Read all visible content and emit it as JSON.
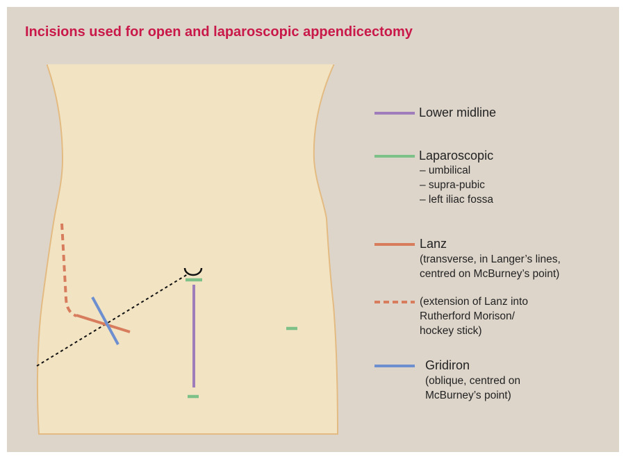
{
  "title": "Incisions used for open and laparoscopic appendicectomy",
  "colors": {
    "background": "#ddd5ca",
    "body_fill": "#f2e4c3",
    "body_outline": "#e3bb82",
    "title": "#c8194a",
    "lower_midline": "#9f7cba",
    "laparoscopic": "#7dc088",
    "lanz": "#d77d5e",
    "gridiron": "#6d8fd0"
  },
  "legend": {
    "lower_midline": {
      "label": "Lower midline",
      "icon": "purple-line"
    },
    "laparoscopic": {
      "label": "Laparoscopic",
      "icon": "green-line",
      "items": [
        "– umbilical",
        "– supra-pubic",
        "– left iliac fossa"
      ]
    },
    "lanz": {
      "label": "Lanz",
      "icon": "orange-line",
      "description": [
        "(transverse, in Langer’s lines,",
        "centred on McBurney’s point)"
      ]
    },
    "lanz_extension": {
      "icon": "orange-dashed-line",
      "description": [
        "(extension of Lanz into",
        "Rutherford Morison/",
        "hockey stick)"
      ]
    },
    "gridiron": {
      "label": "Gridiron",
      "icon": "blue-line",
      "description": [
        "(oblique, centred on",
        "McBurney’s point)"
      ]
    }
  }
}
